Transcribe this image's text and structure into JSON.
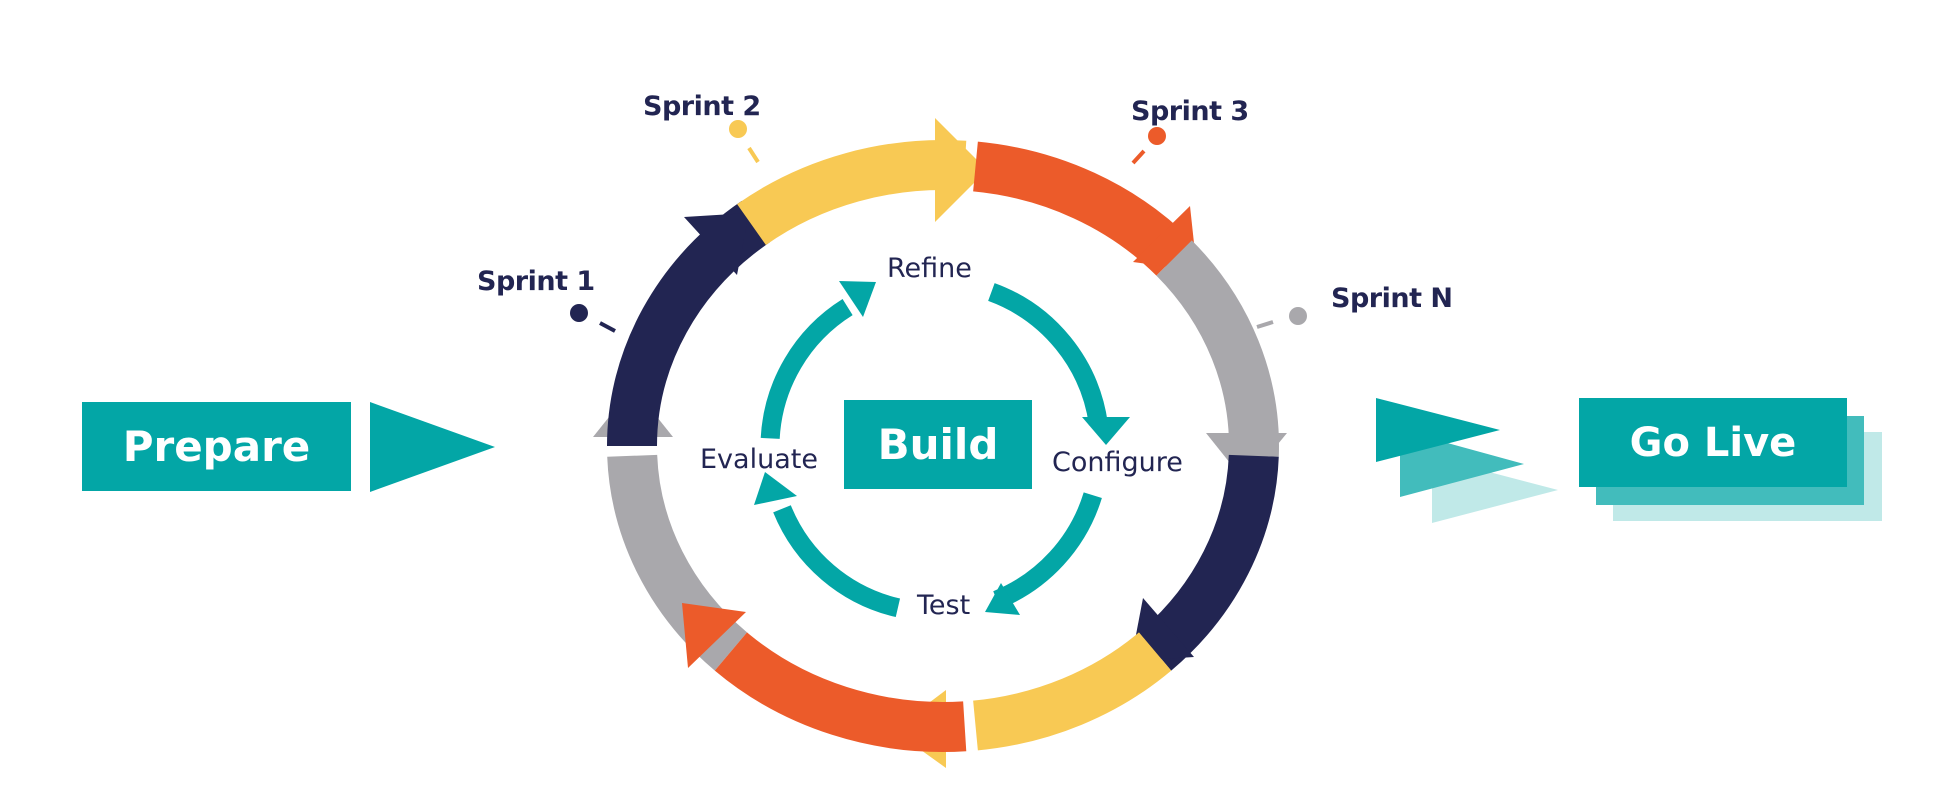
{
  "colors": {
    "teal": "#03A6A6",
    "teal_mid": "#42BCBC",
    "teal_light": "#C0E9E8",
    "navy": "#222552",
    "yellow": "#F8C954",
    "orange": "#EC5B2A",
    "gray": "#A9A8AC",
    "white": "#FFFFFF"
  },
  "phases": {
    "prepare": "Prepare",
    "build": "Build",
    "go_live": "Go Live"
  },
  "sprints": [
    {
      "label": "Sprint 1",
      "color": "navy"
    },
    {
      "label": "Sprint 2",
      "color": "yellow"
    },
    {
      "label": "Sprint 3",
      "color": "orange"
    },
    {
      "label": "Sprint N",
      "color": "gray"
    }
  ],
  "build_steps": [
    "Refine",
    "Configure",
    "Test",
    "Evaluate"
  ],
  "outer_cycle_segments": [
    {
      "name": "navy-top-left",
      "color": "navy"
    },
    {
      "name": "yellow-top",
      "color": "yellow"
    },
    {
      "name": "orange-top-right",
      "color": "orange"
    },
    {
      "name": "gray-right",
      "color": "gray"
    },
    {
      "name": "navy-bottom-right",
      "color": "navy"
    },
    {
      "name": "yellow-bottom",
      "color": "yellow"
    },
    {
      "name": "orange-bottom-left",
      "color": "orange"
    },
    {
      "name": "gray-left",
      "color": "gray"
    }
  ]
}
